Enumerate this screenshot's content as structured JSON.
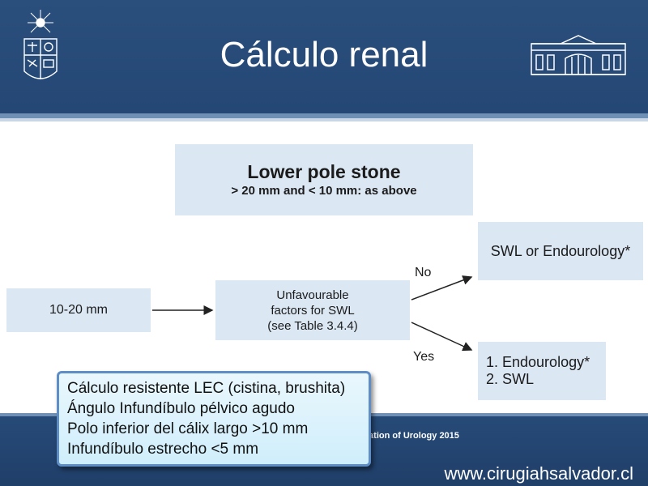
{
  "title": "Cálculo renal",
  "flow": {
    "top_box": {
      "line1": "Lower pole stone",
      "line2": "> 20 mm and < 10 mm: as above"
    },
    "range_box": "10-20 mm",
    "factors_box": {
      "line1": "Unfavourable",
      "line2": "factors for SWL",
      "line3": "(see Table 3.4.4)"
    },
    "no_label": "No",
    "yes_label": "Yes",
    "no_box": "SWL or Endourology*",
    "yes_box": {
      "line1": "1. Endourology*",
      "line2": "2. SWL"
    }
  },
  "callout": [
    "Cálculo resistente LEC (cistina, brushita)",
    "Ángulo Infundíbulo pélvico agudo",
    "Polo inferior del cálix largo >10 mm",
    "Infundíbulo estrecho <5 mm"
  ],
  "footer": {
    "citation": "iation of Urology 2015",
    "website": "www.cirugiahsalvador.cl"
  },
  "colors": {
    "header": "#2b4f7c",
    "box_fill": "#dbe7f3",
    "callout_border": "#5f8ec6",
    "callout_fill": "#dff4fc"
  },
  "icons": {
    "left_logo": "university-crest-icon",
    "right_logo": "building-facade-icon"
  }
}
